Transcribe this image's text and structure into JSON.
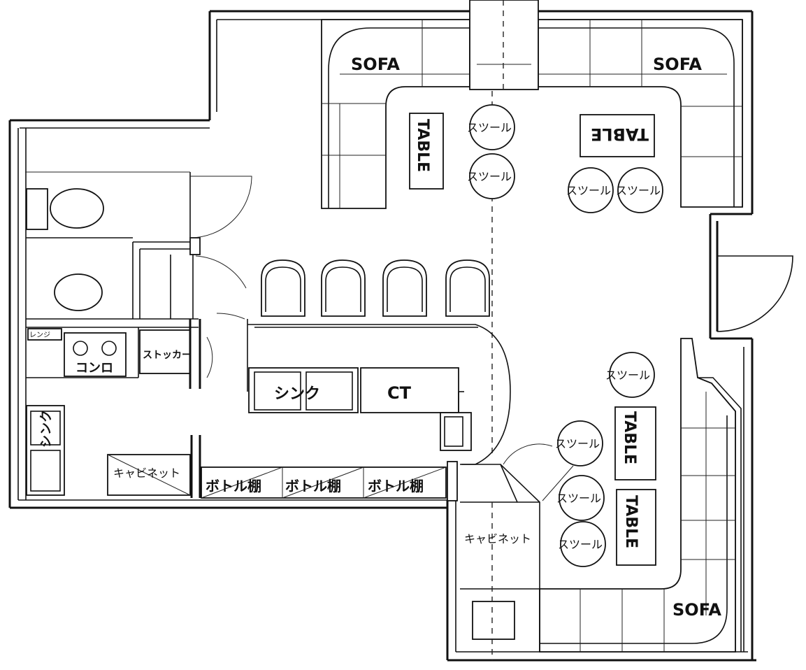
{
  "labels": {
    "sofa": "SOFA",
    "table": "TABLE",
    "stool": "スツール",
    "stocker": "ストッカー",
    "stove": "コンロ",
    "range": "レンジ",
    "sink": "シンク",
    "counter_top": "CT",
    "cabinet": "キャビネット",
    "bottle_shelf": "ボトル棚"
  }
}
